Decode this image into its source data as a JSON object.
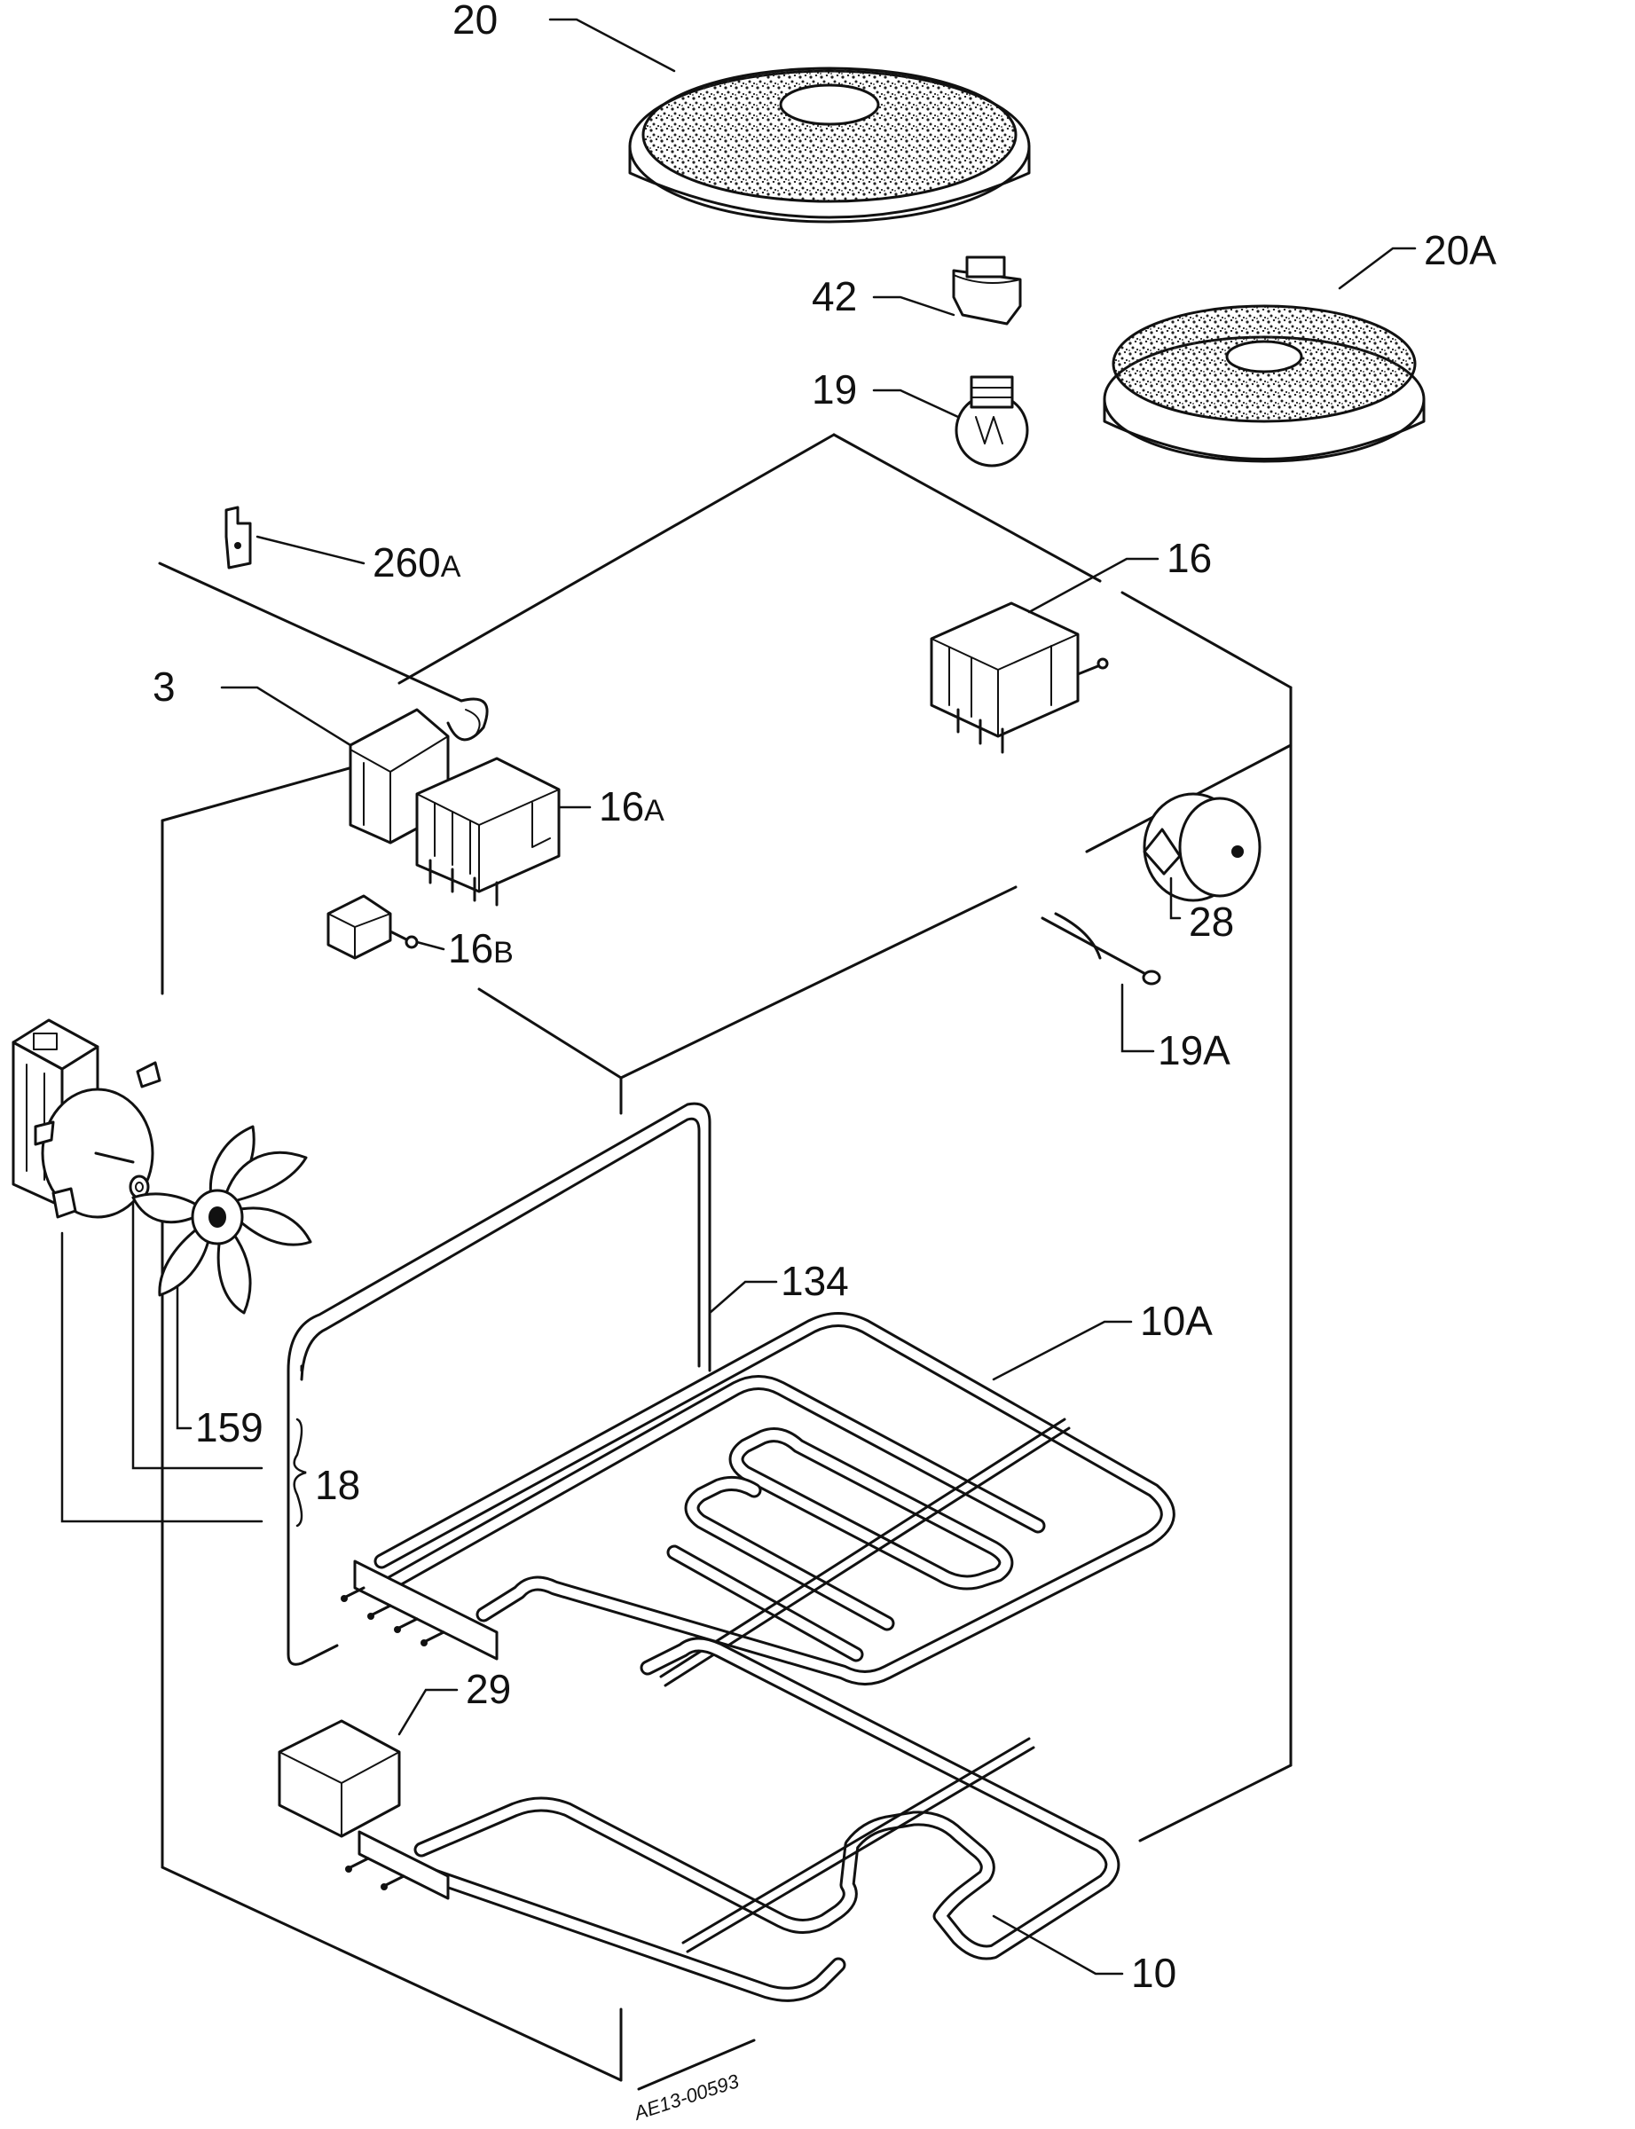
{
  "diagram": {
    "labels": [
      {
        "id": "20",
        "main": "20",
        "suffix": ""
      },
      {
        "id": "20A",
        "main": "20A",
        "suffix": ""
      },
      {
        "id": "42",
        "main": "42",
        "suffix": ""
      },
      {
        "id": "19",
        "main": "19",
        "suffix": ""
      },
      {
        "id": "260A",
        "main": "260",
        "suffix": "A"
      },
      {
        "id": "16",
        "main": "16",
        "suffix": ""
      },
      {
        "id": "3",
        "main": "3",
        "suffix": ""
      },
      {
        "id": "16A",
        "main": "16",
        "suffix": "A"
      },
      {
        "id": "16B",
        "main": "16",
        "suffix": "B"
      },
      {
        "id": "28",
        "main": "28",
        "suffix": ""
      },
      {
        "id": "19A",
        "main": "19A",
        "suffix": ""
      },
      {
        "id": "134",
        "main": "134",
        "suffix": ""
      },
      {
        "id": "10A",
        "main": "10A",
        "suffix": ""
      },
      {
        "id": "159",
        "main": "159",
        "suffix": ""
      },
      {
        "id": "18",
        "main": "18",
        "suffix": ""
      },
      {
        "id": "29",
        "main": "29",
        "suffix": ""
      },
      {
        "id": "10",
        "main": "10",
        "suffix": ""
      }
    ],
    "drawing_code": "AE13-00593"
  }
}
